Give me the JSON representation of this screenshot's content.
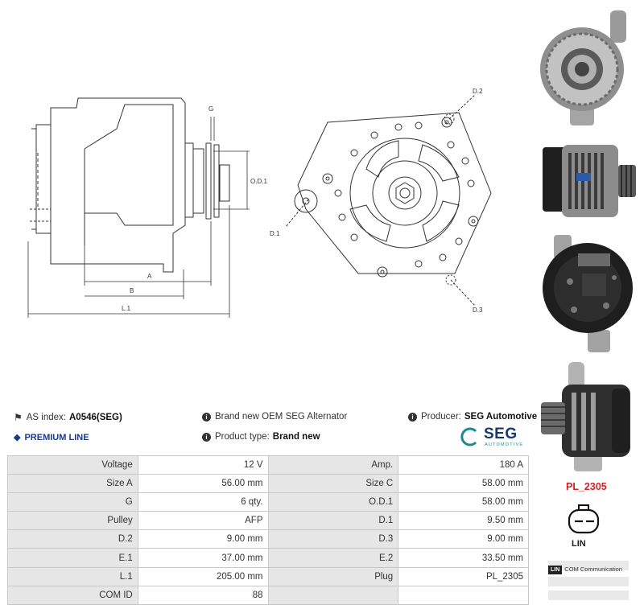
{
  "drawing": {
    "labels": {
      "g": "G",
      "od1": "O.D.1",
      "a": "A",
      "b": "B",
      "l1": "L.1",
      "d1": "D.1",
      "d2": "D.2",
      "d3": "D.3"
    }
  },
  "info": {
    "as_index_label": "AS index:",
    "as_index_value": "A0546(SEG)",
    "premium_line": "PREMIUM LINE",
    "brand_text": "Brand new OEM SEG Alternator",
    "product_type_label": "Product type:",
    "product_type_value": "Brand new",
    "producer_label": "Producer:",
    "producer_value": "SEG Automotive",
    "logo_main": "SEG",
    "logo_sub": "AUTOMOTIVE"
  },
  "specs": [
    {
      "l1": "Voltage",
      "v1": "12 V",
      "l2": "Amp.",
      "v2": "180 A"
    },
    {
      "l1": "Size A",
      "v1": "56.00 mm",
      "l2": "Size C",
      "v2": "58.00 mm"
    },
    {
      "l1": "G",
      "v1": "6 qty.",
      "l2": "O.D.1",
      "v2": "58.00 mm"
    },
    {
      "l1": "Pulley",
      "v1": "AFP",
      "l2": "D.1",
      "v2": "9.50 mm"
    },
    {
      "l1": "D.2",
      "v1": "9.00 mm",
      "l2": "D.3",
      "v2": "9.00 mm"
    },
    {
      "l1": "E.1",
      "v1": "37.00 mm",
      "l2": "E.2",
      "v2": "33.50 mm"
    },
    {
      "l1": "L.1",
      "v1": "205.00 mm",
      "l2": "Plug",
      "v2": "PL_2305"
    },
    {
      "l1": "COM ID",
      "v1": "88",
      "l2": "",
      "v2": ""
    }
  ],
  "plug": {
    "name": "PL_2305",
    "connector_label": "LIN",
    "com_tag": "LIN",
    "com_text": "COM Communication"
  },
  "colors": {
    "accent_red": "#d62020",
    "premium_blue": "#1a3a8a",
    "logo_teal": "#1a8a8a",
    "logo_navy": "#173a6a"
  }
}
